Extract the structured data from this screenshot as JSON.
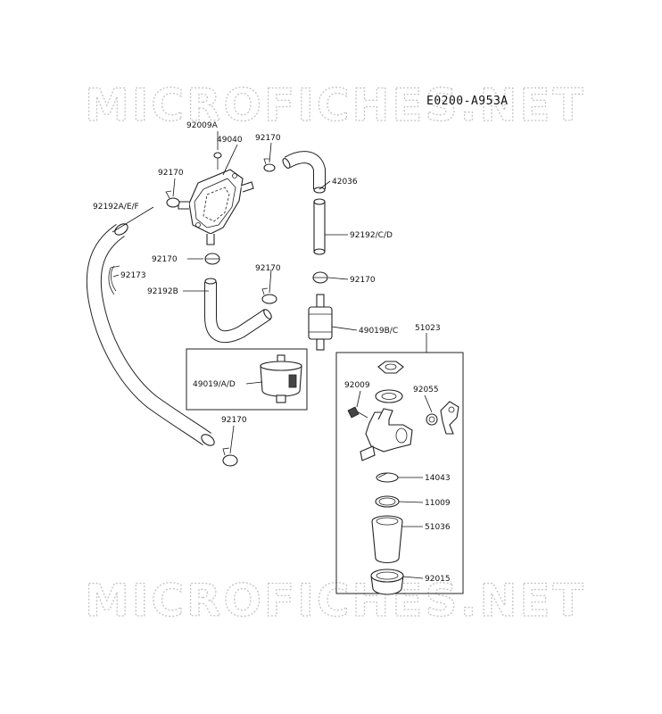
{
  "watermark": "MICROFICHES.NET",
  "diagram_code": "E0200-A953A",
  "labels": {
    "p92009a": "92009A",
    "p49040": "49040",
    "p92170": "92170",
    "p92192aef": "92192A/E/F",
    "p42036": "42036",
    "p92192cd": "92192/C/D",
    "p92173": "92173",
    "p92192b": "92192B",
    "p49019bc": "49019B/C",
    "p51023": "51023",
    "p49019ad": "49019/A/D",
    "p92009": "92009",
    "p92055": "92055",
    "p14043": "14043",
    "p11009": "11009",
    "p51036": "51036",
    "p92015": "92015"
  }
}
